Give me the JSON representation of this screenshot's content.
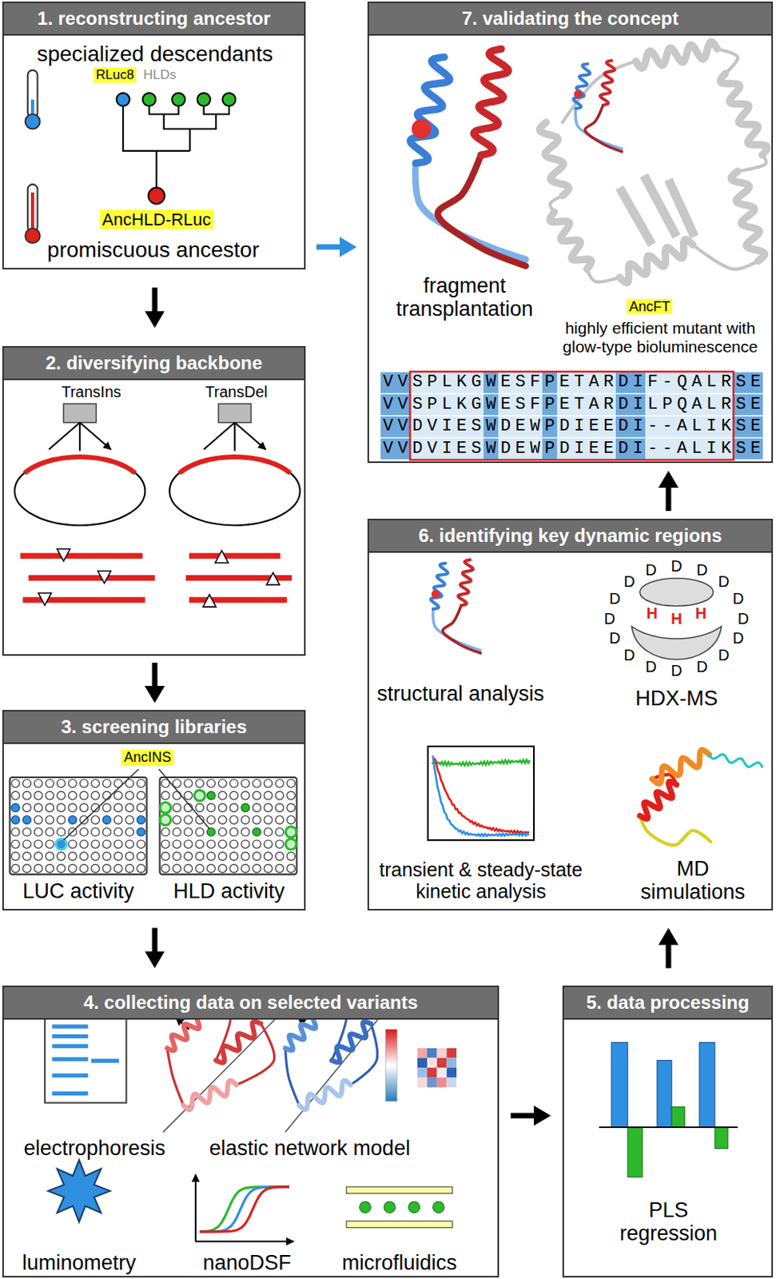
{
  "diagram": {
    "nodes": [
      {
        "text": [
          "1. reconstructing ancestor"
        ]
      },
      {
        "text": [
          "RLuc8"
        ],
        "in": 0
      },
      {
        "text": [
          "AncHLD-RLuc"
        ],
        "in": 0
      },
      {
        "text": [
          "2. diversifying backbone"
        ]
      },
      {
        "text": [
          "3. screening libraries"
        ]
      },
      {
        "text": [
          "AncINS"
        ],
        "in": 4
      },
      {
        "text": [
          "4. collecting data on selected variants"
        ]
      },
      {
        "text": [
          "5. data processing"
        ]
      },
      {
        "text": [
          "6. identifying key dynamic regions"
        ]
      },
      {
        "text": [
          "7. validating the concept"
        ]
      },
      {
        "text": [
          "AncFT"
        ],
        "in": 9
      }
    ],
    "edges": [
      {
        "from": 0,
        "to": 3,
        "arrow": "to"
      },
      {
        "from": 3,
        "to": 4,
        "arrow": "to"
      },
      {
        "from": 4,
        "to": 6,
        "arrow": "to"
      },
      {
        "from": 6,
        "to": 7,
        "arrow": "to"
      },
      {
        "from": 7,
        "to": 8,
        "arrow": "to"
      },
      {
        "from": 8,
        "to": 9,
        "arrow": "to"
      },
      {
        "from": 0,
        "to": 9,
        "arrow": "to"
      }
    ],
    "labels": [
      "specialized descendants",
      "HLDs",
      "promiscuous ancestor",
      "TransIns",
      "TransDel",
      "LUC activity",
      "HLD activity",
      "electrophoresis",
      "elastic network model",
      "luminometry",
      "nanoDSF",
      "microfluidics",
      "PLS regression",
      "structural analysis",
      "HDX-MS",
      "transient & steady-state kinetic analysis",
      "MD simulations",
      "D",
      "D",
      "D",
      "D",
      "D",
      "D",
      "D",
      "D",
      "D",
      "D",
      "D",
      "D",
      "D",
      "D",
      "D",
      "D",
      "H",
      "H",
      "H",
      "fragment transplantation",
      "highly efficient mutant with glow-type bioluminescence",
      "VVSPLKGWESFPETARDIF-QALRSE",
      "VVSPLKGWESFPETARDILPQALRSE",
      "VVDVIESWDEWPDIEEDI--ALIKSE",
      "VVDVIESWDEWPDIEEDI--ALIKSE"
    ]
  }
}
